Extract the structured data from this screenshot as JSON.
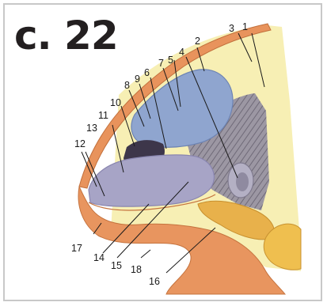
{
  "figure": {
    "label": "c. 22"
  },
  "labels": [
    {
      "id": "1",
      "text": "1"
    },
    {
      "id": "2",
      "text": "2"
    },
    {
      "id": "3",
      "text": "3"
    },
    {
      "id": "4",
      "text": "4"
    },
    {
      "id": "5",
      "text": "5"
    },
    {
      "id": "6",
      "text": "6"
    },
    {
      "id": "7",
      "text": "7"
    },
    {
      "id": "8",
      "text": "8"
    },
    {
      "id": "9",
      "text": "9"
    },
    {
      "id": "10",
      "text": "10"
    },
    {
      "id": "11",
      "text": "11"
    },
    {
      "id": "12",
      "text": "12"
    },
    {
      "id": "13",
      "text": "13"
    },
    {
      "id": "14",
      "text": "14"
    },
    {
      "id": "15",
      "text": "15"
    },
    {
      "id": "16",
      "text": "16"
    },
    {
      "id": "17",
      "text": "17"
    },
    {
      "id": "18",
      "text": "18"
    }
  ],
  "colors": {
    "skin": "#e89a66",
    "skin_edge": "#c97a48",
    "fat": "#f6eeb0",
    "cartilage_blue": "#8ea4cf",
    "cartilage_lavender": "#a6a3c7",
    "cavity_dark": "#3a3346",
    "fibrous_gray": "#8c8794",
    "fat_lobule": "#eab54a",
    "leader": "#1a1a1a"
  }
}
